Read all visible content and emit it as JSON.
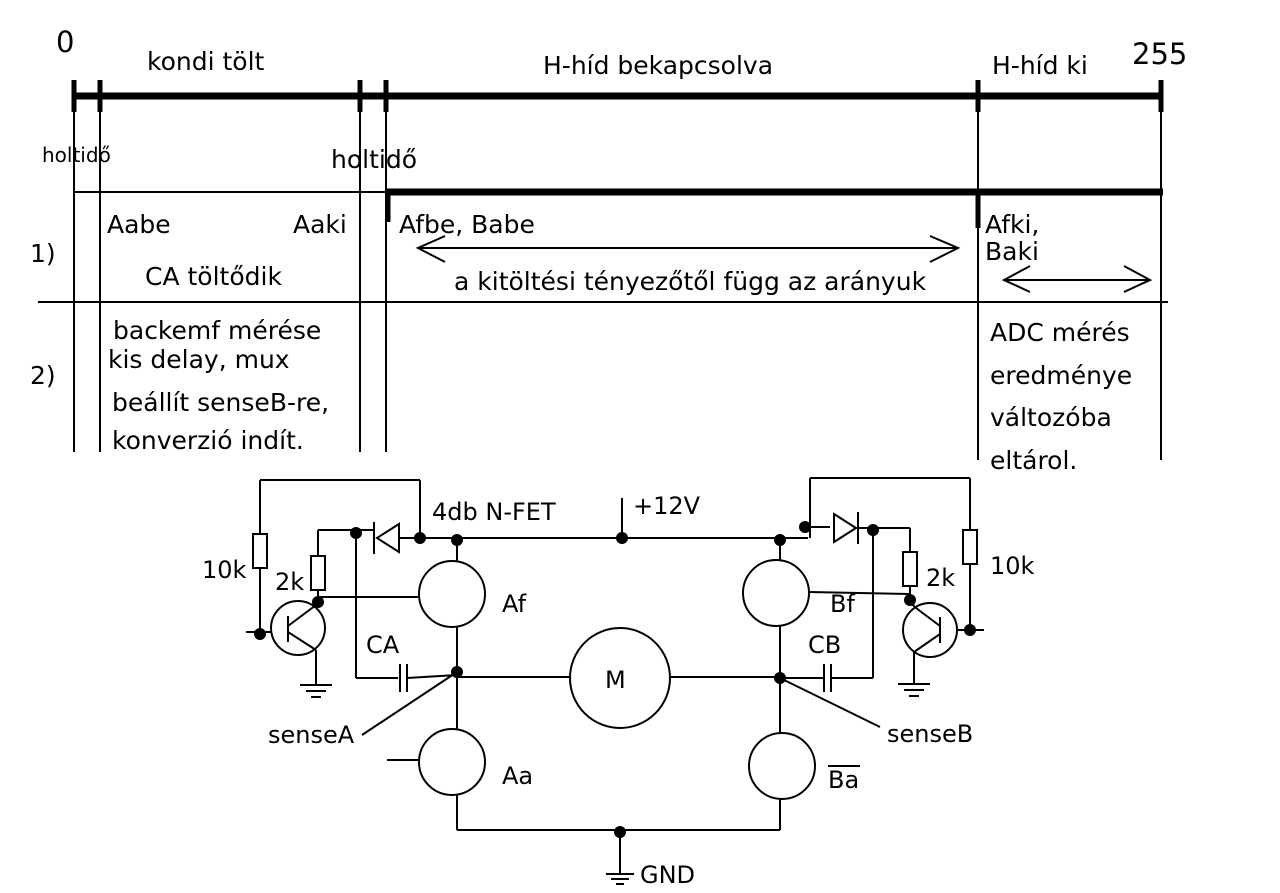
{
  "timing": {
    "start_label": "0",
    "end_label": "255",
    "phase_charge": "kondi tölt",
    "phase_bridge_on": "H-híd bekapcsolva",
    "phase_bridge_off": "H-híd ki",
    "deadtime_left": "holtidő",
    "deadtime_right": "holtidő"
  },
  "row1": {
    "label": "1)",
    "aabe": "Aabe",
    "aaki": "Aaki",
    "ca_charging": "CA töltődik",
    "afbe_babe": "Afbe, Babe",
    "duty_note": "a kitöltési tényezőtől függ az arányuk",
    "afki": "Afki,",
    "baki": "Baki"
  },
  "row2": {
    "label": "2)",
    "backemf_lines": [
      "backemf mérése",
      "kis delay, mux",
      "beállít  senseB-re,",
      "konverzió indít."
    ],
    "adc_lines": [
      "ADC mérés",
      "eredménye",
      "változóba",
      "eltárol."
    ]
  },
  "circuit": {
    "fet_count": "4db N-FET",
    "supply": "+12V",
    "ground": "GND",
    "motor": "M",
    "fet_af": "Af",
    "fet_bf": "Bf",
    "fet_aa": "Aa",
    "fet_ba": "Ba",
    "cap_a": "CA",
    "cap_b": "CB",
    "sense_a": "senseA",
    "sense_b": "senseB",
    "res_10k_left": "10k",
    "res_2k_left": "2k",
    "res_2k_right": "2k",
    "res_10k_right": "10k"
  }
}
